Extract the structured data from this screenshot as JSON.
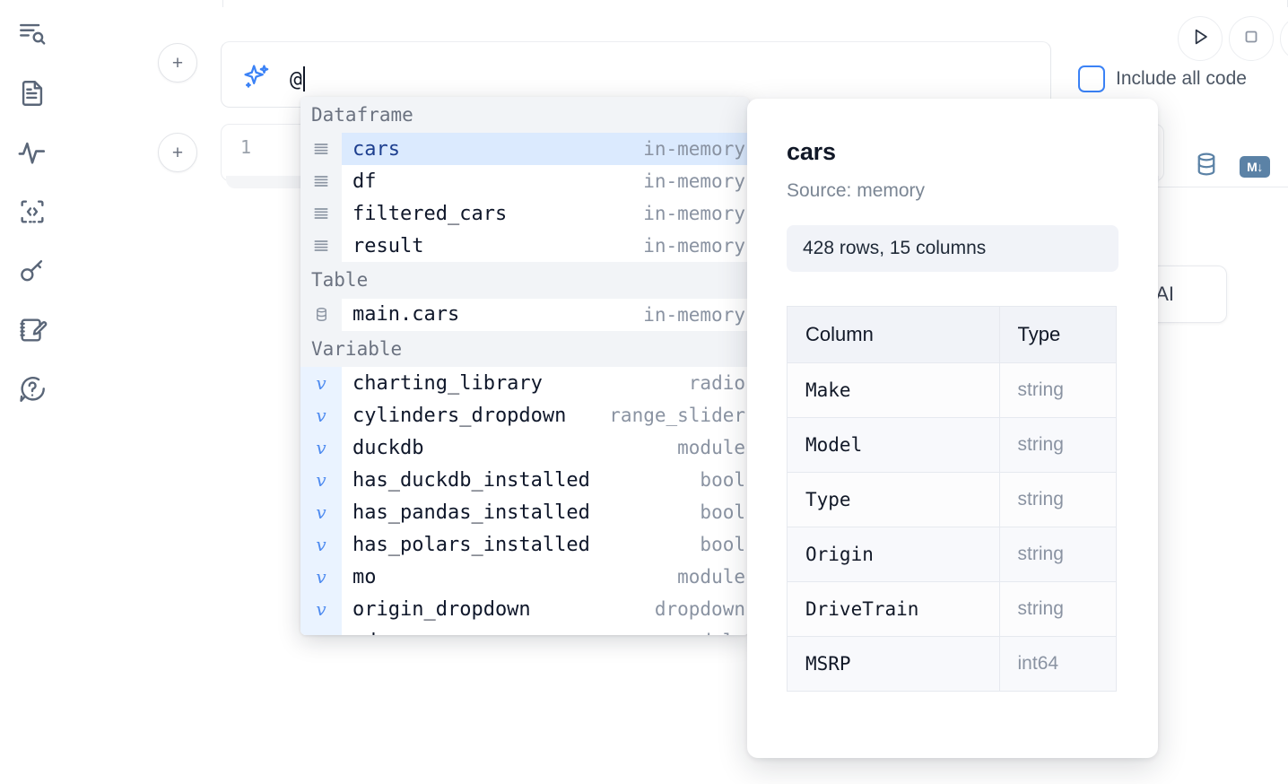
{
  "sidebar": {
    "items": [
      {
        "icon": "outline-search-icon",
        "label": "Outline"
      },
      {
        "icon": "document-icon",
        "label": "Notebook"
      },
      {
        "icon": "activity-pulse-icon",
        "label": "Activity"
      },
      {
        "icon": "code-brackets-icon",
        "label": "Snippets"
      },
      {
        "icon": "key-icon",
        "label": "Secrets"
      },
      {
        "icon": "scratchpad-edit-icon",
        "label": "Scratchpad"
      },
      {
        "icon": "help-chat-icon",
        "label": "Help"
      }
    ]
  },
  "toolbar": {
    "add_cell_label": "+",
    "run_label": "run-triangle",
    "stop_label": "stop-square",
    "more_label": "more-circle",
    "include_all_code_label": "Include all code",
    "include_all_code_checked": false
  },
  "prompt": {
    "icon": "ai-sparkle-icon",
    "value": "@",
    "placeholder": ""
  },
  "cell": {
    "line_number": "1",
    "sql_icon": "database-icon",
    "markdown_icon": "markdown-icon",
    "markdown_badge_text": "M↓"
  },
  "ai_button": {
    "label": "h AI"
  },
  "autocomplete": {
    "groups": [
      {
        "label": "Dataframe",
        "items": [
          {
            "icon": "dataframe-icon",
            "name": "cars",
            "type": "in-memory",
            "selected": true
          },
          {
            "icon": "dataframe-icon",
            "name": "df",
            "type": "in-memory",
            "selected": false
          },
          {
            "icon": "dataframe-icon",
            "name": "filtered_cars",
            "type": "in-memory",
            "selected": false
          },
          {
            "icon": "dataframe-icon",
            "name": "result",
            "type": "in-memory",
            "selected": false
          }
        ]
      },
      {
        "label": "Table",
        "items": [
          {
            "icon": "table-database-icon",
            "name": "main.cars",
            "type": "in-memory",
            "selected": false
          }
        ]
      },
      {
        "label": "Variable",
        "items": [
          {
            "icon": "variable-icon",
            "name": "charting_library",
            "type": "radio",
            "selected": false
          },
          {
            "icon": "variable-icon",
            "name": "cylinders_dropdown",
            "type": "range_slider",
            "selected": false
          },
          {
            "icon": "variable-icon",
            "name": "duckdb",
            "type": "module",
            "selected": false
          },
          {
            "icon": "variable-icon",
            "name": "has_duckdb_installed",
            "type": "bool",
            "selected": false
          },
          {
            "icon": "variable-icon",
            "name": "has_pandas_installed",
            "type": "bool",
            "selected": false
          },
          {
            "icon": "variable-icon",
            "name": "has_polars_installed",
            "type": "bool",
            "selected": false
          },
          {
            "icon": "variable-icon",
            "name": "mo",
            "type": "module",
            "selected": false
          },
          {
            "icon": "variable-icon",
            "name": "origin_dropdown",
            "type": "dropdown",
            "selected": false
          },
          {
            "icon": "variable-icon",
            "name": "pd",
            "type": "module",
            "selected": false
          }
        ]
      }
    ]
  },
  "detail": {
    "title": "cars",
    "source": "Source: memory",
    "stats": "428 rows, 15 columns",
    "table": {
      "headers": [
        "Column",
        "Type"
      ],
      "rows": [
        [
          "Make",
          "string"
        ],
        [
          "Model",
          "string"
        ],
        [
          "Type",
          "string"
        ],
        [
          "Origin",
          "string"
        ],
        [
          "DriveTrain",
          "string"
        ],
        [
          "MSRP",
          "int64"
        ]
      ]
    }
  },
  "colors": {
    "accent_blue": "#3b82f6",
    "selection_blue": "#dbeafe",
    "group_header_bg": "#f2f4f7",
    "icon_slate": "#5b82a6",
    "muted_text": "#8a93a2"
  }
}
